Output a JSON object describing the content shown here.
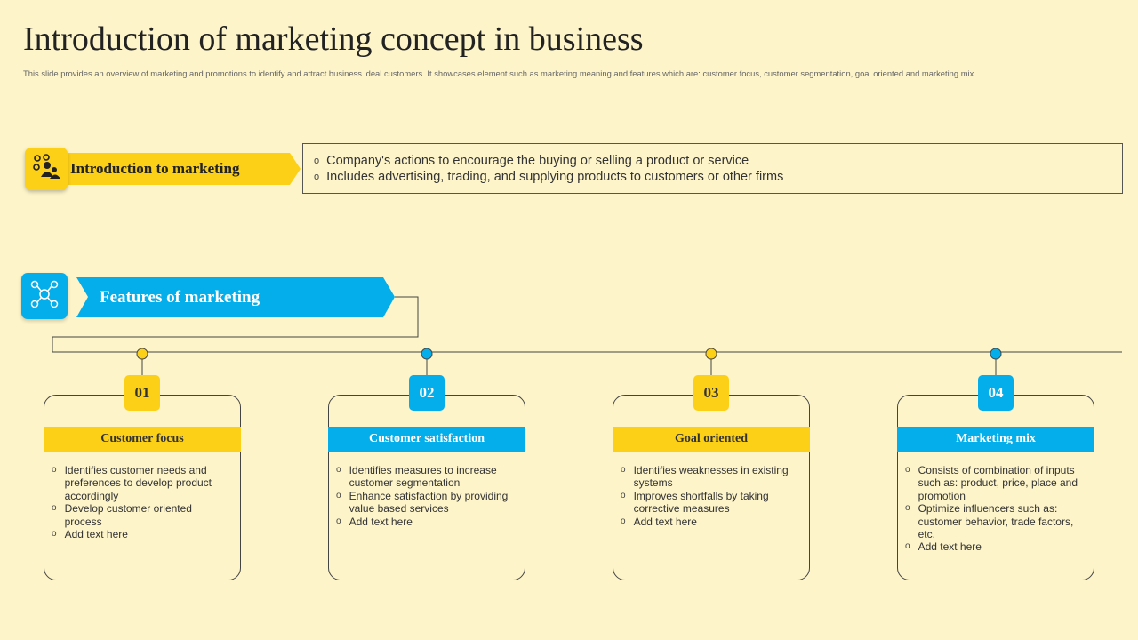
{
  "header": {
    "title": "Introduction of marketing concept in business",
    "subtitle": "This slide provides an overview of marketing and promotions to identify and attract business ideal customers. It showcases element such as marketing meaning and features which are: customer focus, customer segmentation, goal oriented and marketing mix."
  },
  "intro": {
    "label": "Introduction to marketing",
    "icon": "people-network-icon",
    "bullets": [
      "Company's actions to encourage the buying or selling a product or service",
      "Includes advertising, trading, and supplying products to customers or other firms"
    ]
  },
  "features": {
    "label": "Features of marketing",
    "icon": "workflow-diagram-icon",
    "items": [
      {
        "number": "01",
        "title": "Customer focus",
        "accent": "yellow",
        "bullets": [
          "Identifies customer needs and preferences to develop product accordingly",
          "Develop customer oriented process",
          "Add text here"
        ]
      },
      {
        "number": "02",
        "title": "Customer satisfaction",
        "accent": "blue",
        "bullets": [
          "Identifies measures to increase customer segmentation",
          "Enhance satisfaction by providing value based services",
          "Add text here"
        ]
      },
      {
        "number": "03",
        "title": "Goal oriented",
        "accent": "yellow",
        "bullets": [
          "Identifies weaknesses in existing systems",
          "Improves shortfalls by taking corrective measures",
          "Add text here"
        ]
      },
      {
        "number": "04",
        "title": "Marketing mix",
        "accent": "blue",
        "bullets": [
          "Consists of combination of inputs such as: product, price, place and promotion",
          "Optimize influencers such as: customer behavior, trade factors, etc.",
          "Add text here"
        ]
      }
    ]
  },
  "colors": {
    "yellow": "#fcd017",
    "blue": "#04aeeb",
    "background": "#fdf4c9"
  }
}
